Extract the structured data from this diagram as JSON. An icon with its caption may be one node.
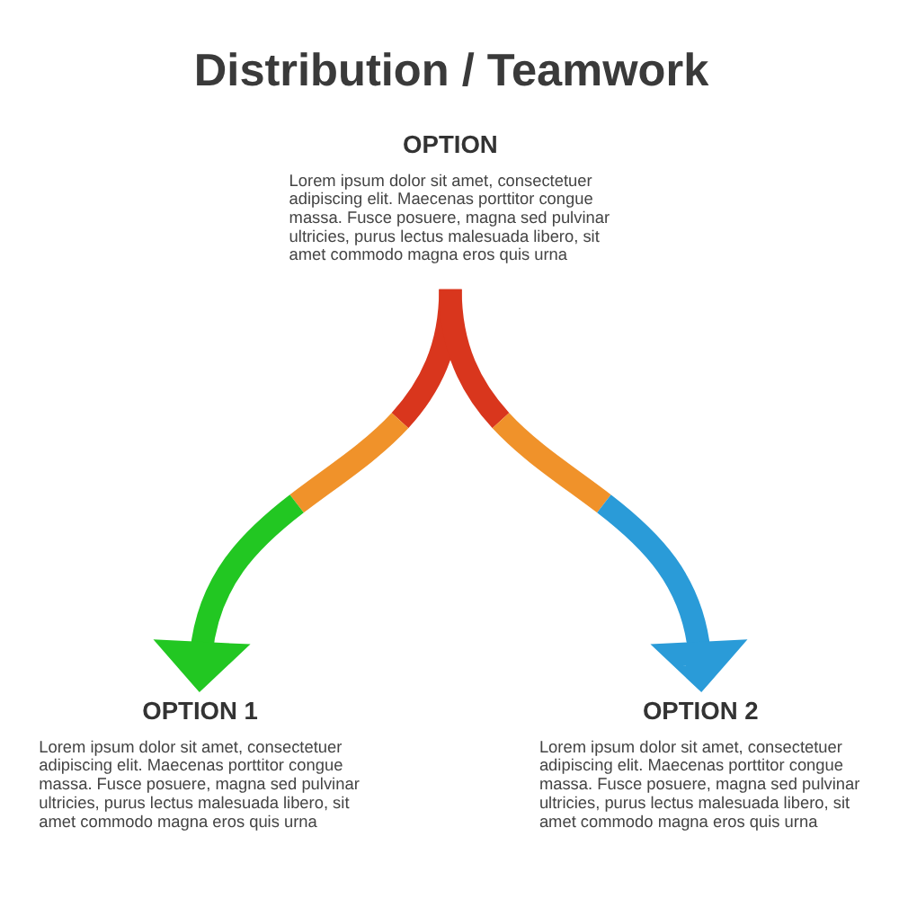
{
  "diagram": {
    "title": "Distribution / Teamwork",
    "nodes": [
      {
        "text": [
          "OPTION",
          "Lorem ipsum dolor sit amet, consectetuer adipiscing elit. Maecenas porttitor congue massa. Fusce posuere, magna sed pulvinar ultricies, purus lectus malesuada libero, sit amet commodo magna eros quis urna"
        ]
      },
      {
        "text": [
          "OPTION 1",
          "Lorem ipsum dolor sit amet, consectetuer adipiscing elit. Maecenas porttitor congue massa. Fusce posuere, magna sed pulvinar ultricies, purus lectus malesuada libero, sit amet commodo magna eros quis urna"
        ]
      },
      {
        "text": [
          "OPTION 2",
          "Lorem ipsum dolor sit amet, consectetuer adipiscing elit. Maecenas porttitor congue massa. Fusce posuere, magna sed pulvinar ultricies, purus lectus malesuada libero, sit amet commodo magna eros quis urna"
        ]
      }
    ],
    "edges": [
      {
        "from": 0,
        "to": 1,
        "arrow": "to",
        "color": "#22c722"
      },
      {
        "from": 0,
        "to": 2,
        "arrow": "to",
        "color": "#2a9bd8"
      }
    ]
  }
}
